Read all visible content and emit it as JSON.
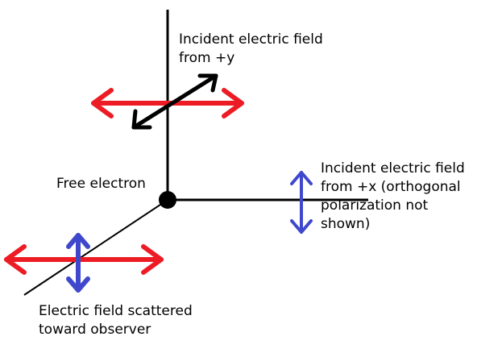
{
  "labels": {
    "incident_y": [
      "Incident electric field",
      "from +y"
    ],
    "incident_x": [
      "Incident electric field",
      "from +x (orthogonal",
      "polarization not",
      "shown)"
    ],
    "free_electron": "Free electron",
    "scattered": [
      "Electric field scattered",
      "toward observer"
    ]
  },
  "colors": {
    "axis": "#000000",
    "red_arrow": "#ed1c24",
    "blue_arrow": "#3f48cc",
    "black_arrow": "#000000",
    "electron": "#000000",
    "text": "#000000"
  },
  "icons": {
    "electron": "filled-circle",
    "arrows": "double-headed-arrow"
  }
}
